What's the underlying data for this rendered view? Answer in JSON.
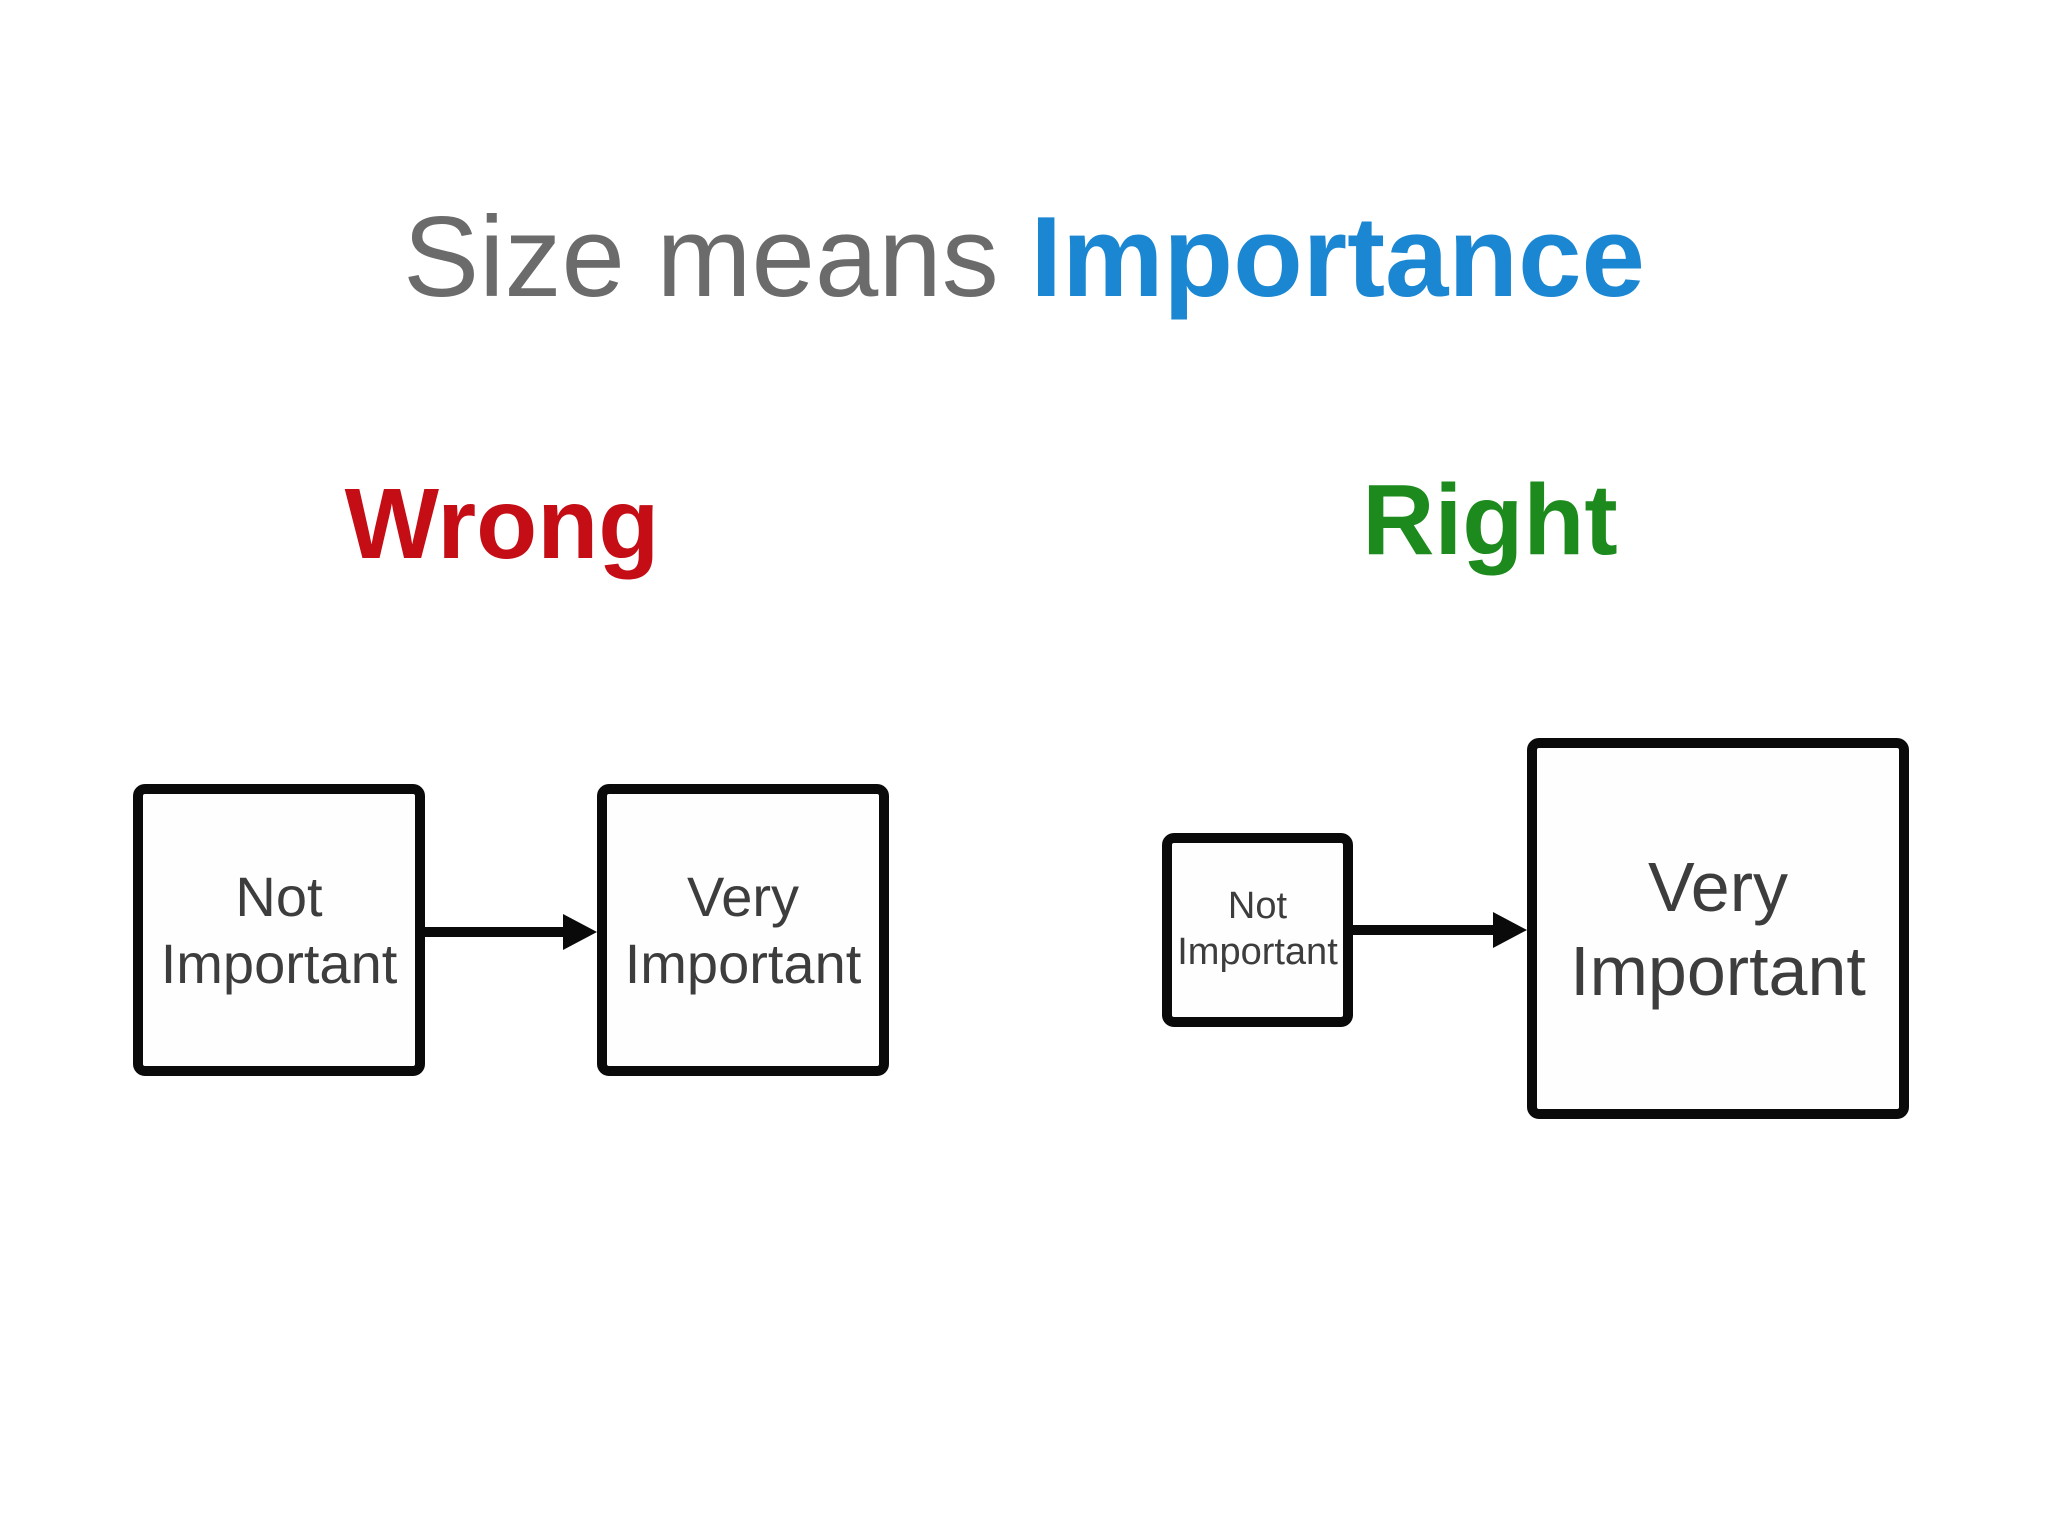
{
  "title": {
    "normal": "Size means ",
    "accent": "Importance"
  },
  "colors": {
    "title_normal": "#6b6b6b",
    "title_accent": "#1b87d3",
    "wrong_heading": "#c50d15",
    "right_heading": "#1d8a1d",
    "box_border": "#0a0a0a",
    "box_text": "#3d3d3d",
    "background": "#ffffff"
  },
  "left_panel": {
    "heading": "Wrong",
    "source_box": {
      "line1": "Not",
      "line2": "Important"
    },
    "target_box": {
      "line1": "Very",
      "line2": "Important"
    }
  },
  "right_panel": {
    "heading": "Right",
    "source_box": {
      "line1": "Not",
      "line2": "Important"
    },
    "target_box": {
      "line1": "Very",
      "line2": "Important"
    }
  }
}
